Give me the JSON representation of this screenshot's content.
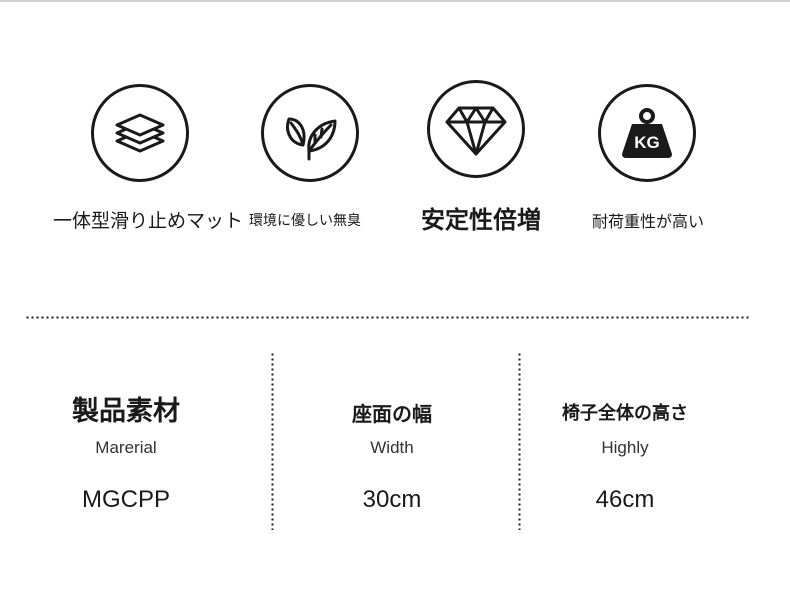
{
  "features": [
    {
      "icon": "layers-icon",
      "label": "一体型滑り止めマット"
    },
    {
      "icon": "leaf-icon",
      "label": "環境に優しい無臭"
    },
    {
      "icon": "diamond-icon",
      "label": "安定性倍増"
    },
    {
      "icon": "weight-icon",
      "label": "耐荷重性が高い",
      "badge": "KG"
    }
  ],
  "specs": [
    {
      "title": "製品素材",
      "subtitle": "Marerial",
      "value": "MGCPP"
    },
    {
      "title": "座面の幅",
      "subtitle": "Width",
      "value": "30cm"
    },
    {
      "title": "椅子全体の高さ",
      "subtitle": "Highly",
      "value": "46cm"
    }
  ]
}
